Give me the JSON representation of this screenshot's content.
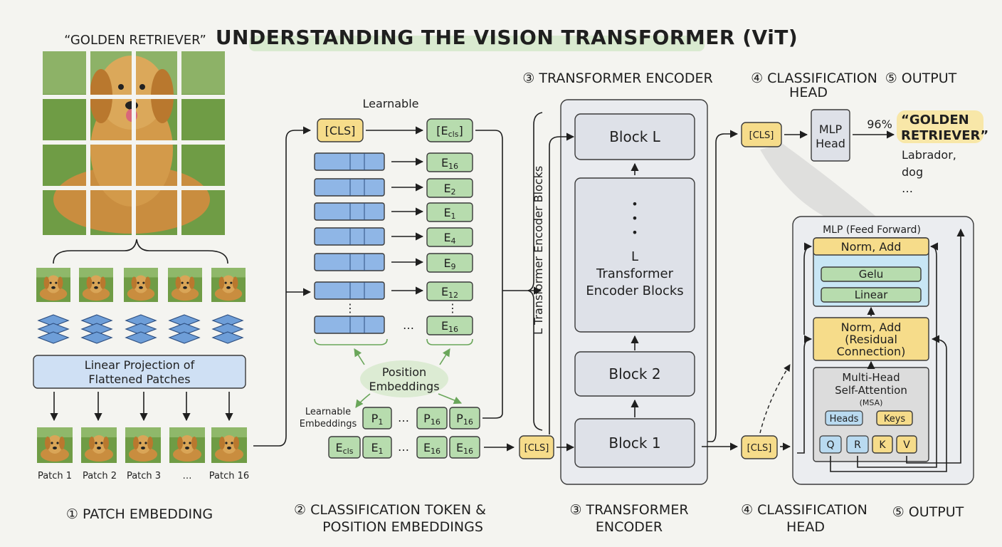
{
  "title": "UNDERSTANDING THE VISION TRANSFORMER (ViT)",
  "input_label": "“GOLDEN RETRIEVER”",
  "patch_embedding": {
    "projection_line1": "Linear Projection of",
    "projection_line2": "Flattened Patches",
    "patches": [
      {
        "label": "Patch 1"
      },
      {
        "label": "Patch 2"
      },
      {
        "label": "Patch 3"
      },
      {
        "label": "…"
      },
      {
        "label": "Patch 16"
      }
    ]
  },
  "class_token": {
    "learnable": "Learnable",
    "cls": "[CLS]",
    "e_cls": "[E",
    "e_cls_sub": "cls",
    "e_cls_close": "]",
    "embed_rows": [
      {
        "base": "E",
        "sub": "16"
      },
      {
        "base": "E",
        "sub": "2"
      },
      {
        "base": "E",
        "sub": "1"
      },
      {
        "base": "E",
        "sub": "4"
      },
      {
        "base": "E",
        "sub": "9"
      },
      {
        "base": "E",
        "sub": "12"
      },
      {
        "base": "E",
        "sub": "16"
      }
    ],
    "vdots": "⋮",
    "hdots": "…",
    "pos_line1": "Position",
    "pos_line2": "Embeddings",
    "learnable_emb_line1": "Learnable",
    "learnable_emb_line2": "Embeddings",
    "p_first": {
      "base": "P",
      "sub": "1"
    },
    "p_mid": {
      "base": "P",
      "sub": "16"
    },
    "p_last": {
      "base": "P",
      "sub": "16"
    },
    "bottom_first": {
      "base": "E",
      "sub": "cls"
    },
    "bottom_second": {
      "base": "E",
      "sub": "1"
    },
    "bottom_third": {
      "base": "E",
      "sub": "16"
    },
    "bottom_fourth": {
      "base": "E",
      "sub": "16"
    }
  },
  "encoder": {
    "header": "③ TRANSFORMER ENCODER",
    "side_label": "L Transformer Encoder Blocks",
    "cls": "[CLS]",
    "block_l": "Block L",
    "dot": "•",
    "mid_line1": "L",
    "mid_line2": "Transformer",
    "mid_line3": "Encoder Blocks",
    "block_2": "Block 2",
    "block_1": "Block 1"
  },
  "head": {
    "header_line1": "④ CLASSIFICATION",
    "header_line2": "HEAD",
    "cls_top": "[CLS]",
    "cls_bottom": "[CLS]",
    "mlp_line1": "MLP",
    "mlp_line2": "Head",
    "mlp_title": "MLP (Feed Forward)",
    "norm_add": "Norm, Add",
    "gelu": "Gelu",
    "linear": "Linear",
    "norm_add2_line1": "Norm, Add",
    "norm_add2_line2": "(Residual",
    "norm_add2_line3": "Connection)",
    "mhsa_line1": "Multi-Head",
    "mhsa_line2": "Self-Attention",
    "mhsa_line3": "(MSA)",
    "heads": "Heads",
    "keys": "Keys",
    "q": "Q",
    "r": "R",
    "k": "K",
    "v": "V"
  },
  "output": {
    "header": "⑤ OUTPUT",
    "percent": "96%",
    "pred_line1": "“GOLDEN",
    "pred_line2": "RETRIEVER”",
    "alt_line1": "Labrador,",
    "alt_line2": "dog",
    "alt_line3": "…"
  },
  "footer": {
    "s1": "① PATCH EMBEDDING",
    "s2_line1": "② CLASSIFICATION TOKEN &",
    "s2_line2": "POSITION EMBEDDINGS",
    "s3_line1": "③ TRANSFORMER",
    "s3_line2": "ENCODER",
    "s4_line1": "④ CLASSIFICATION",
    "s4_line2": "HEAD",
    "s5": "⑤ OUTPUT"
  },
  "colors": {
    "cls_yellow": "#f6dc8a",
    "embed_green": "#b7dcae",
    "patch_blue": "#8fb6e6",
    "block_gray": "#dee1e8",
    "title_highlight": "#d9ead0",
    "dog_fur": "#d39a4a",
    "grass": "#6f9c45"
  },
  "icons": {
    "patch_stack": "layer-stack-icon",
    "dog": "dog-photo-icon"
  }
}
